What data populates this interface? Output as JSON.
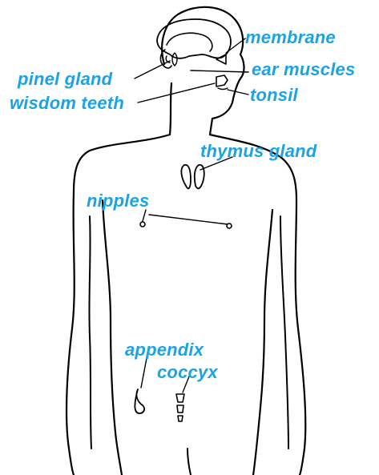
{
  "diagram": {
    "label_color": "#1aa3e6",
    "labels": {
      "membrane": "membrane",
      "ear_muscles": "ear muscles",
      "pinel_gland": "pinel gland",
      "tonsil": "tonsil",
      "wisdom_teeth": "wisdom teeth",
      "thymus_gland": "thymus gland",
      "nipples": "nipples",
      "appendix": "appendix",
      "coccyx": "coccyx"
    }
  }
}
